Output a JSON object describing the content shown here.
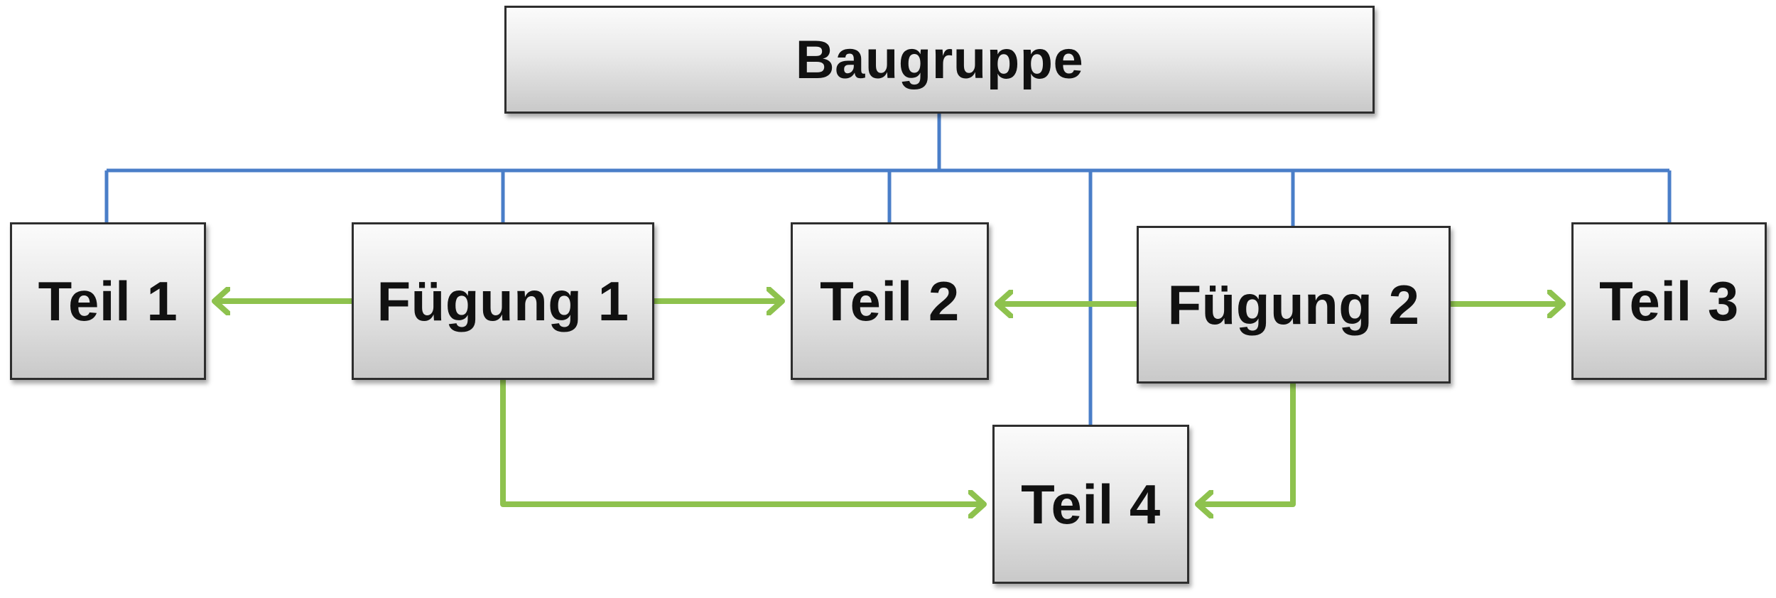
{
  "diagram": {
    "nodes": {
      "root": "Baugruppe",
      "teil1": "Teil 1",
      "fuegung1": "Fügung 1",
      "teil2": "Teil 2",
      "fuegung2": "Fügung 2",
      "teil3": "Teil 3",
      "teil4": "Teil 4"
    },
    "hierarchy_edges": [
      {
        "from": "Baugruppe",
        "to": "Teil 1"
      },
      {
        "from": "Baugruppe",
        "to": "Fügung 1"
      },
      {
        "from": "Baugruppe",
        "to": "Teil 2"
      },
      {
        "from": "Baugruppe",
        "to": "Teil 4"
      },
      {
        "from": "Baugruppe",
        "to": "Fügung 2"
      },
      {
        "from": "Baugruppe",
        "to": "Teil 3"
      }
    ],
    "joint_edges": [
      {
        "from": "Fügung 1",
        "to": "Teil 1"
      },
      {
        "from": "Fügung 1",
        "to": "Teil 2"
      },
      {
        "from": "Fügung 1",
        "to": "Teil 4"
      },
      {
        "from": "Fügung 2",
        "to": "Teil 2"
      },
      {
        "from": "Fügung 2",
        "to": "Teil 3"
      },
      {
        "from": "Fügung 2",
        "to": "Teil 4"
      }
    ],
    "colors": {
      "hierarchy_line": "#4a7ec8",
      "joint_arrow": "#8ec24e",
      "box_border": "#2e2e2e"
    }
  }
}
